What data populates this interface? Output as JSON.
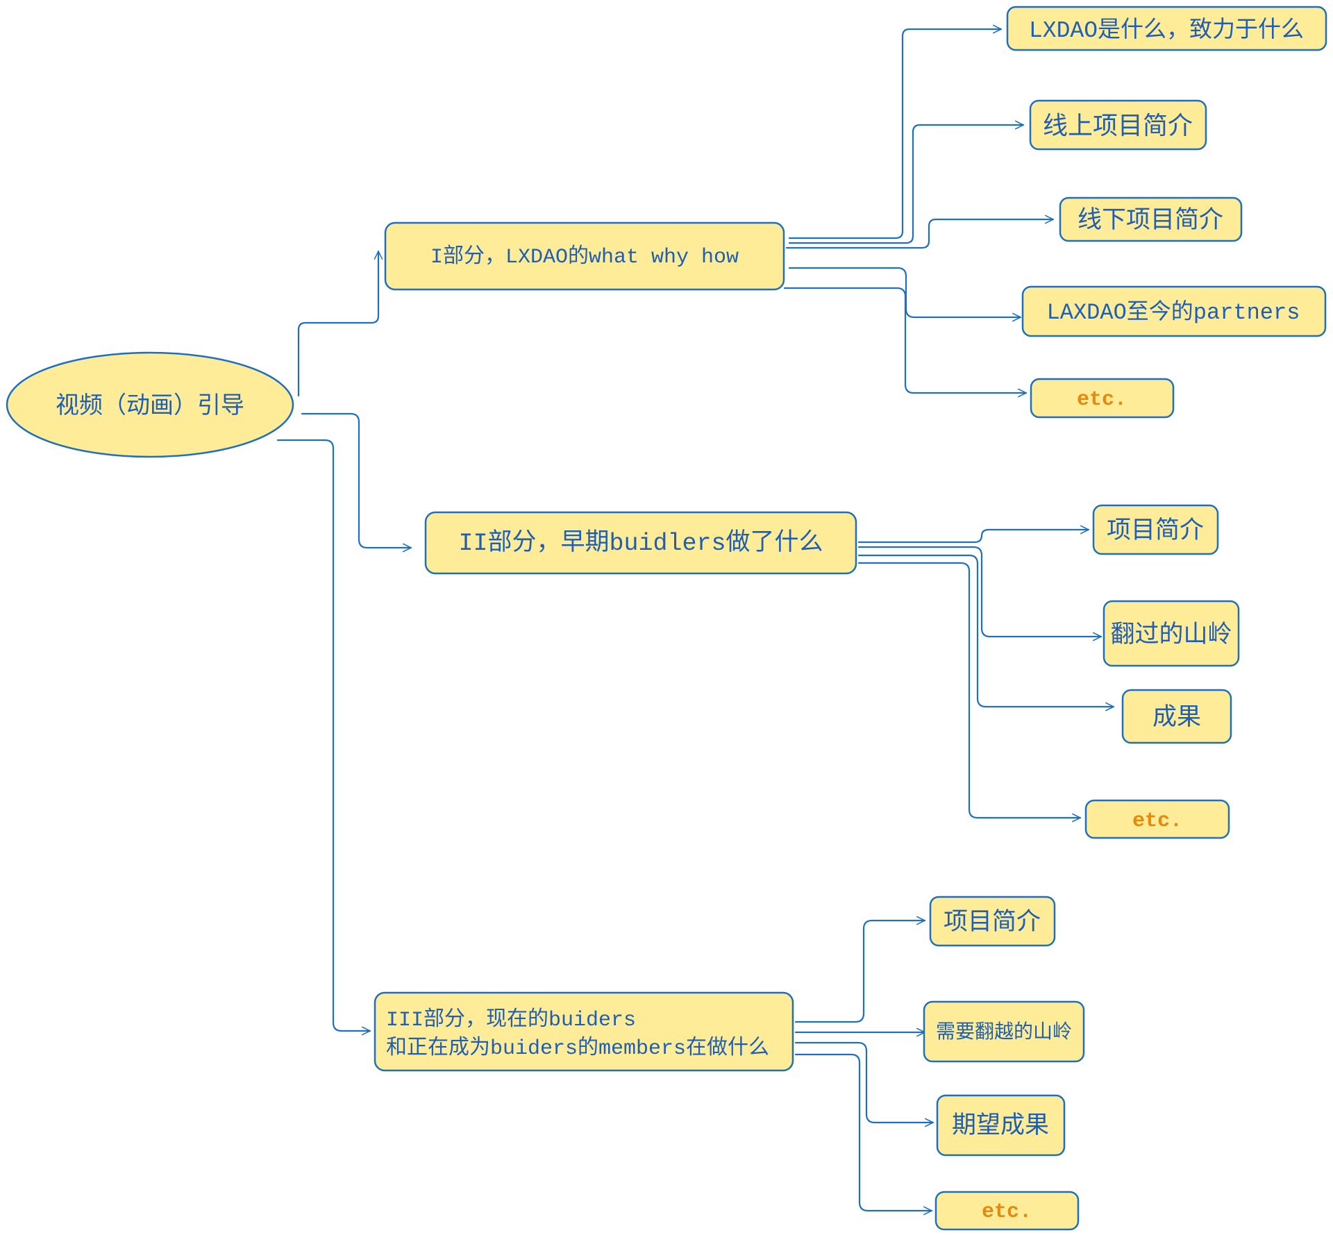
{
  "colors": {
    "node_fill": "#ffec99",
    "stroke": "#1e6fbf",
    "text": "#1e5fb3",
    "etc_text": "#e8890c",
    "background": "#ffffff"
  },
  "root": {
    "label": "视频（动画）引导"
  },
  "sections": [
    {
      "label": "I部分，LXDAO的what why how",
      "children": [
        "LXDAO是什么，致力于什么",
        "线上项目简介",
        "线下项目简介",
        "LAXDAO至今的partners",
        "etc."
      ]
    },
    {
      "label": "II部分，早期buidlers做了什么",
      "children": [
        "项目简介",
        "翻过的山岭",
        "成果",
        "etc."
      ]
    },
    {
      "label_lines": [
        "III部分，现在的buiders",
        "和正在成为buiders的members在做什么"
      ],
      "children": [
        "项目简介",
        "需要翻越的山岭",
        "期望成果",
        "etc."
      ]
    }
  ]
}
